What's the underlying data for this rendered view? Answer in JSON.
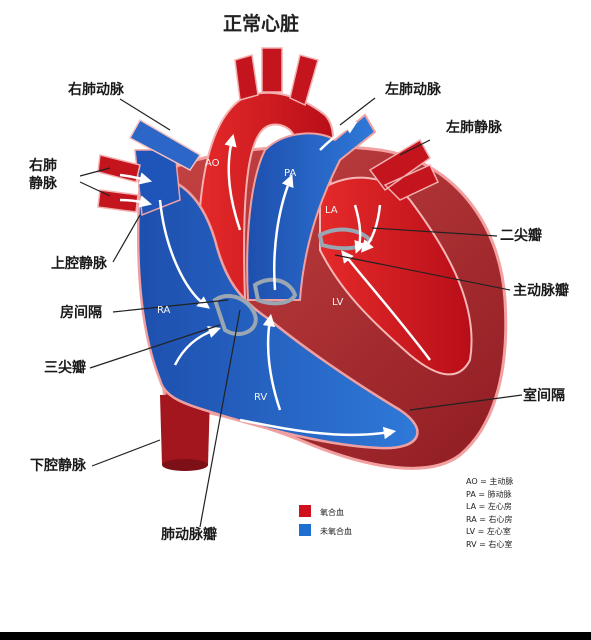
{
  "title": "正常心脏",
  "labels": {
    "right_pulmonary_artery": "右肺动脉",
    "left_pulmonary_artery": "左肺动脉",
    "left_pulmonary_vein": "左肺静脉",
    "right_pulmonary_vein_line1": "右肺",
    "right_pulmonary_vein_line2": "静脉",
    "superior_vena_cava": "上腔静脉",
    "atrial_septum": "房间隔",
    "tricuspid_valve": "三尖瓣",
    "mitral_valve": "二尖瓣",
    "aortic_valve": "主动脉瓣",
    "ventricular_septum": "室间隔",
    "inferior_vena_cava": "下腔静脉",
    "pulmonary_valve": "肺动脉瓣"
  },
  "chambers": {
    "ao": "AO",
    "pa": "PA",
    "la": "LA",
    "lv": "LV",
    "ra": "RA",
    "rv": "RV"
  },
  "legend": {
    "oxygenated": {
      "text": "氧合血",
      "color": "#d0101c"
    },
    "deoxygenated": {
      "text": "未氧合血",
      "color": "#1f6fd0"
    }
  },
  "abbreviations": [
    "AO = 主动脉",
    "PA = 肺动脉",
    "LA = 左心房",
    "RA = 右心房",
    "LV = 左心室",
    "RV = 右心室"
  ],
  "colors": {
    "red": "#d0101c",
    "dark_red": "#9e1b22",
    "muscle": "#b83a3a",
    "blue": "#1f5fc4",
    "valve_gray": "#9aa6b2"
  }
}
